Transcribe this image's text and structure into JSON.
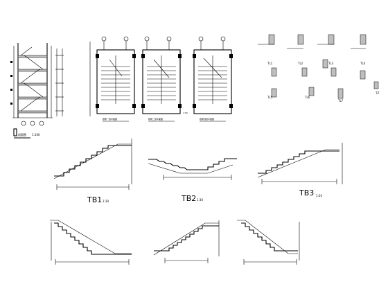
{
  "drawing": {
    "stair_section": {
      "title": "剖面图",
      "scale": "1:100"
    },
    "plans": [
      {
        "title": "楼梯一层平面图"
      },
      {
        "title": "楼梯二层平面图"
      },
      {
        "title": "楼梯顶层平面图"
      }
    ],
    "plan_scale": "1:50",
    "beam_labels": [
      "TL1",
      "TL2",
      "TL3",
      "TL4",
      "TL5",
      "TL6",
      "TL7"
    ],
    "column_label": "TZ",
    "flight_labels": [
      {
        "name": "TB1",
        "scale": "1:30"
      },
      {
        "name": "TB2",
        "scale": "1:30"
      },
      {
        "name": "TB3",
        "scale": "1:30"
      }
    ]
  }
}
